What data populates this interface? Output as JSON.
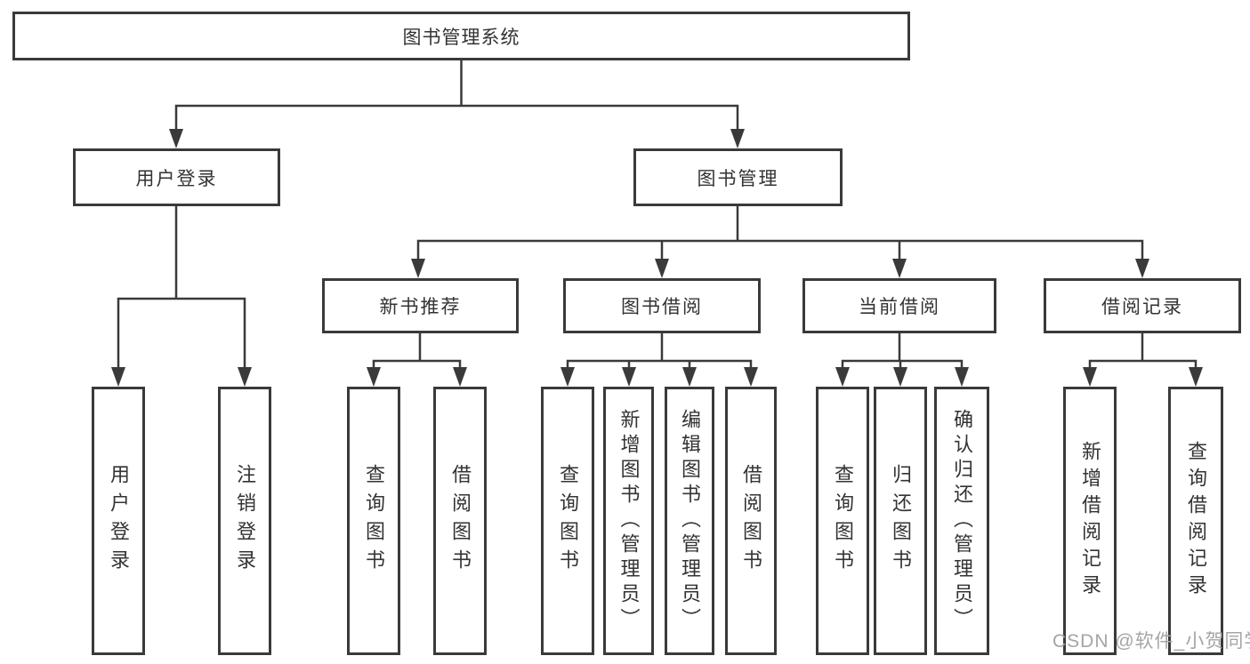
{
  "colors": {
    "line": "#3a3a3a",
    "text": "#333333",
    "watermark": "#a5a5a5",
    "background": "#ffffff"
  },
  "watermark": "CSDN @软件_小贺同学",
  "tree": {
    "root": "图书管理系统",
    "branches": [
      {
        "label": "用户登录",
        "leaves": [
          "用户登录",
          "注销登录"
        ]
      },
      {
        "label": "图书管理",
        "groups": [
          {
            "label": "新书推荐",
            "leaves": [
              "查询图书",
              "借阅图书"
            ]
          },
          {
            "label": "图书借阅",
            "leaves": [
              "查询图书",
              "新增图书（管理员）",
              "编辑图书（管理员）",
              "借阅图书"
            ]
          },
          {
            "label": "当前借阅",
            "leaves": [
              "查询图书",
              "归还图书",
              "确认归还（管理员）"
            ]
          },
          {
            "label": "借阅记录",
            "leaves": [
              "新增借阅记录",
              "查询借阅记录"
            ]
          }
        ]
      }
    ]
  }
}
